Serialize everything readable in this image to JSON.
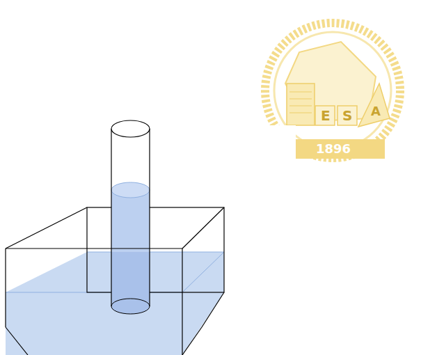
{
  "diagram": {
    "labels": [
      "E",
      "S",
      "A",
      "1896"
    ]
  }
}
